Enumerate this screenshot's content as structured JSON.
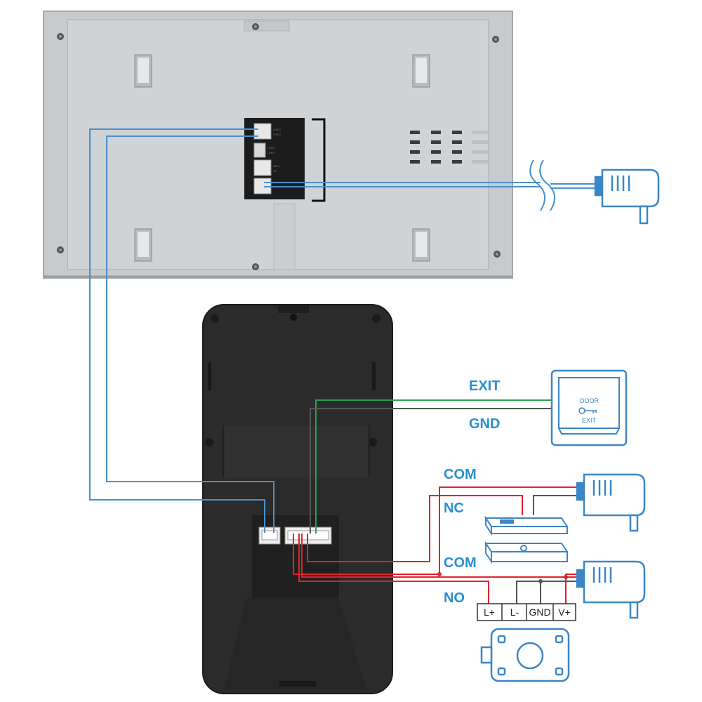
{
  "colors": {
    "label_blue": "#2b8fd1",
    "wire_blue": "#4a8fce",
    "wire_green": "#2e9e4f",
    "wire_red": "#e0232b",
    "wire_gray": "#555555",
    "outline_blue": "#3b86c6",
    "monitor_body": "#c8cbcd",
    "camera_body": "#2b2b2b"
  },
  "monitor": {
    "terminal_labels": [
      "LINE1",
      "LINE1",
      "LINE2",
      "LINE2",
      "BELL",
      "DC"
    ]
  },
  "labels": {
    "exit": "EXIT",
    "gnd": "GND",
    "com_top": "COM",
    "nc": "NC",
    "com_bottom": "COM",
    "no": "NO"
  },
  "exit_button": {
    "line1": "DOOR",
    "line2": "EXIT",
    "icon": "key-icon"
  },
  "lock_terminals": [
    "L+",
    "L-",
    "GND",
    "V+"
  ],
  "icons": {
    "power_adapter": "power-adapter-icon",
    "magnetic_lock": "magnetic-lock-icon",
    "electric_lock": "electric-lock-icon",
    "wire_break": "wire-break-icon"
  }
}
